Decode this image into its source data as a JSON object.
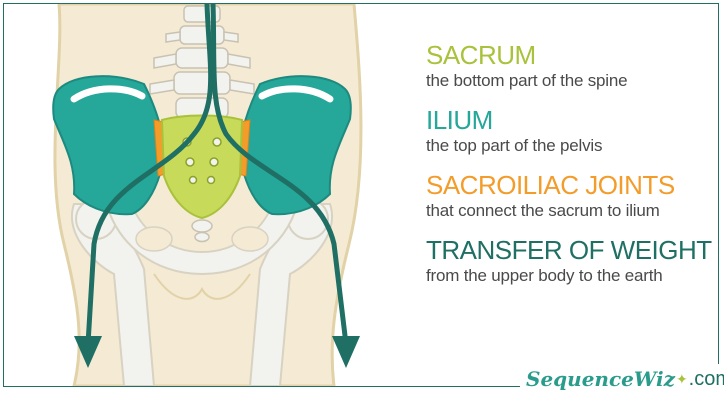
{
  "colors": {
    "sacrum": "#a8c23b",
    "ilium": "#25a79a",
    "joints": "#f39c2a",
    "weight": "#1f6f64",
    "text": "#4a4a4a",
    "skin": "#f5ead3",
    "bone": "#f0f0ec"
  },
  "labels": [
    {
      "title": "SACRUM",
      "desc": "the bottom part of the spine"
    },
    {
      "title": "ILIUM",
      "desc": "the top part of the pelvis"
    },
    {
      "title": "SACROILIAC JOINTS",
      "desc": "that connect the sacrum to ilium"
    },
    {
      "title": "TRANSFER OF WEIGHT",
      "desc": "from the upper body to the earth"
    }
  ],
  "brand": {
    "name": "SequenceWiz",
    "suffix": ".com"
  }
}
